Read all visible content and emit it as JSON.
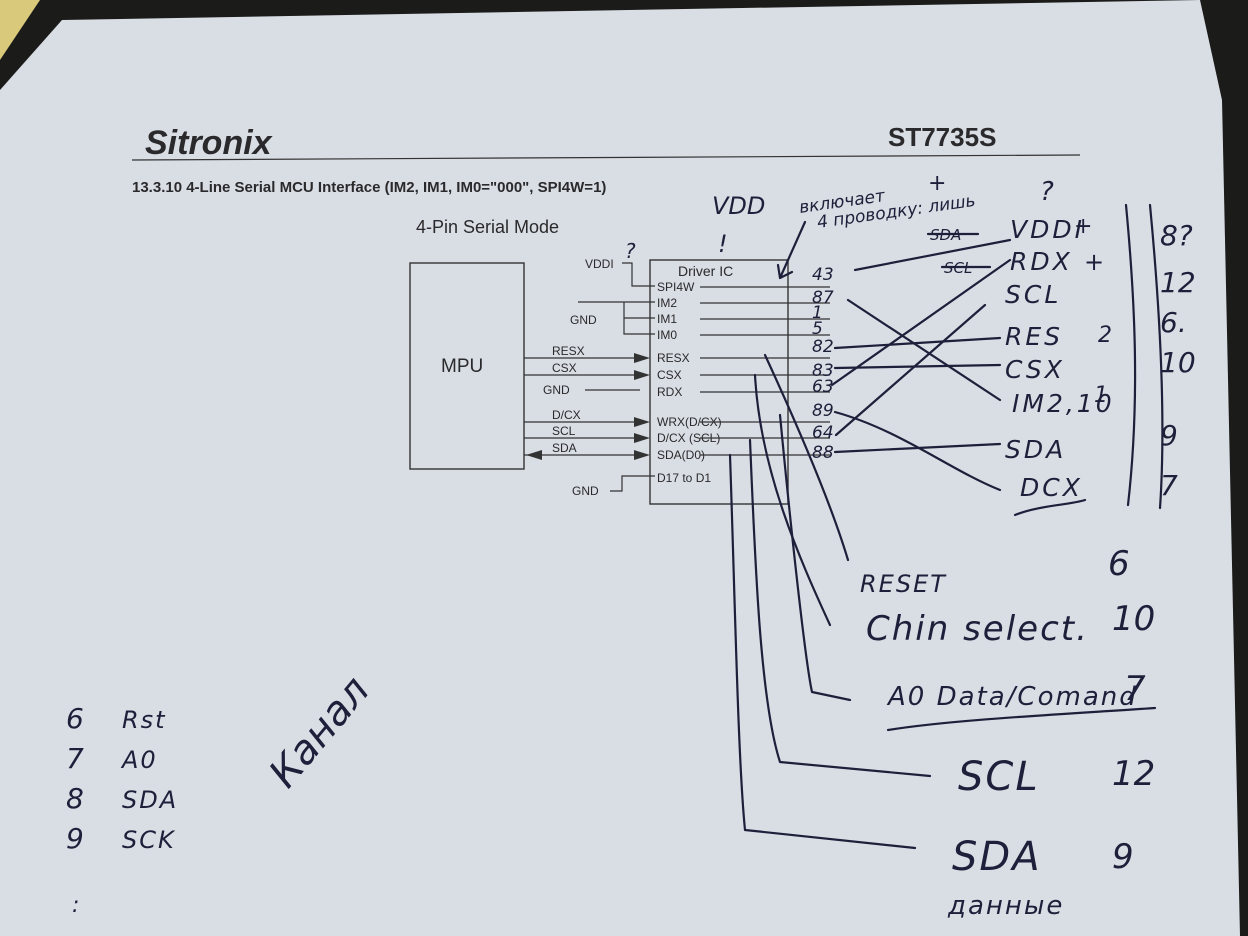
{
  "header": {
    "brand": "Sitronix",
    "model": "ST7735S",
    "section": "13.3.10 4-Line Serial MCU Interface (IM2, IM1, IM0=\"000\", SPI4W=1)"
  },
  "diagram": {
    "mode_title": "4-Pin Serial Mode",
    "mpu_label": "MPU",
    "driver_label": "Driver IC",
    "vddi_label": "VDDI",
    "gnd_labels": [
      "GND",
      "GND",
      "GND"
    ],
    "mpu_signals": [
      "RESX",
      "CSX",
      "D/CX",
      "SCL",
      "SDA"
    ],
    "driver_pins": [
      "SPI4W",
      "IM2",
      "IM1",
      "IM0",
      "RESX",
      "CSX",
      "RDX",
      "WRX(D/CX)",
      "D/CX (SCL)",
      "SDA(D0)",
      "D17 to D1"
    ]
  },
  "handwritten": {
    "vdd": "VDD",
    "q_mark": "?",
    "excl": "!",
    "plus": "+",
    "note_top": "включает",
    "note_wires": "4 проводку: лишь",
    "pin_numbers": [
      "43",
      "87",
      "1",
      "5",
      "82",
      "83",
      "63",
      "89",
      "64",
      "88"
    ],
    "struck_labels": [
      "SDA",
      "SCL"
    ],
    "right_labels": [
      "VDDI",
      "RDX",
      "SCL",
      "RES",
      "CSX",
      "IM2,10",
      "SDA",
      "DCX"
    ],
    "marks": [
      "+",
      "+",
      "2",
      "1"
    ],
    "right_column": [
      "8?",
      "12",
      "6.",
      "10",
      "9",
      "7"
    ],
    "bottom_labels": [
      "RESET",
      "Chin select.",
      "A0 Data/Comand",
      "SCL",
      "SDA",
      "данные"
    ],
    "bottom_numbers": [
      "6",
      "10",
      "7",
      "12",
      "9"
    ],
    "left_list": [
      {
        "num": "6",
        "text": "Rst"
      },
      {
        "num": "7",
        "text": "A0"
      },
      {
        "num": "8",
        "text": "SDA"
      },
      {
        "num": "9",
        "text": "SCK"
      }
    ],
    "colon": ":",
    "diagonal_word": "Канал"
  }
}
